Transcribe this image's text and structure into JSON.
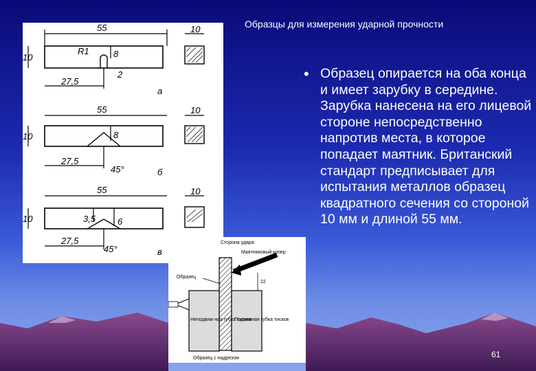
{
  "slide": {
    "title": "Образцы для измерения ударной прочности",
    "body_text": "Образец опирается на оба конца и имеет зарубку в середине. Зарубка нанесена на его лицевой стороне непосредственно напротив места, в которое попадает маятник. Британский стандарт предписывает для испытания металлов образец квадратного сечения со стороной 10 мм и длиной 55 мм.",
    "slide_number": "61"
  },
  "drawing": {
    "specimen_a": {
      "length": "55",
      "height": "10",
      "radius": "R1",
      "depth": "8",
      "width": "2",
      "offset": "27,5",
      "letter": "а",
      "section": "10"
    },
    "specimen_b": {
      "length": "55",
      "height": "10",
      "depth": "8",
      "offset": "27,5",
      "angle": "45°",
      "letter": "б",
      "section": "10"
    },
    "specimen_c": {
      "length": "55",
      "height": "10",
      "depth1": "3,5",
      "depth2": "6",
      "offset": "27,5",
      "angle": "45°",
      "letter": "в",
      "section": "10"
    }
  },
  "apparatus": {
    "strike_side": "Сторона удара",
    "pendulum": "Маятниковый копер",
    "specimen": "Образец",
    "height": "22",
    "fixed_jaw": "Неподвиж-ная губка тисков",
    "movable_jaw": "Подвижная губка тисков",
    "notched_specimen": "Образец с надрезом"
  },
  "colors": {
    "background_top": "#0a0a78",
    "background_bottom": "#8aa4ee",
    "text": "#ffffff",
    "mountains": "#6a2f7a"
  }
}
